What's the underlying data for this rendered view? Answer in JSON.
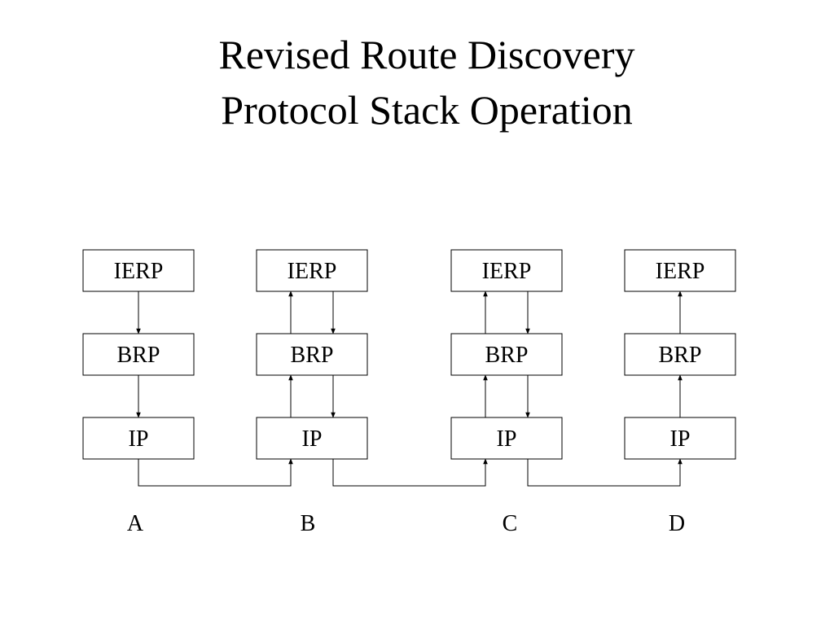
{
  "title": {
    "line1": "Revised Route Discovery",
    "line2": "Protocol Stack Operation"
  },
  "nodes": [
    {
      "label": "A",
      "layers": [
        "IERP",
        "BRP",
        "IP"
      ],
      "arrows": [
        {
          "between": "IERP-BRP",
          "direction": "down"
        },
        {
          "between": "BRP-IP",
          "direction": "down"
        }
      ]
    },
    {
      "label": "B",
      "layers": [
        "IERP",
        "BRP",
        "IP"
      ],
      "arrows": [
        {
          "between": "IERP-BRP",
          "direction": "up"
        },
        {
          "between": "IERP-BRP",
          "direction": "down"
        },
        {
          "between": "BRP-IP",
          "direction": "up"
        },
        {
          "between": "BRP-IP",
          "direction": "down"
        }
      ]
    },
    {
      "label": "C",
      "layers": [
        "IERP",
        "BRP",
        "IP"
      ],
      "arrows": [
        {
          "between": "IERP-BRP",
          "direction": "up"
        },
        {
          "between": "IERP-BRP",
          "direction": "down"
        },
        {
          "between": "BRP-IP",
          "direction": "up"
        },
        {
          "between": "BRP-IP",
          "direction": "down"
        }
      ]
    },
    {
      "label": "D",
      "layers": [
        "IERP",
        "BRP",
        "IP"
      ],
      "arrows": [
        {
          "between": "IERP-BRP",
          "direction": "up"
        },
        {
          "between": "BRP-IP",
          "direction": "up"
        }
      ]
    }
  ],
  "links": [
    {
      "from": "A",
      "to": "B"
    },
    {
      "from": "B",
      "to": "C"
    },
    {
      "from": "C",
      "to": "D"
    }
  ]
}
